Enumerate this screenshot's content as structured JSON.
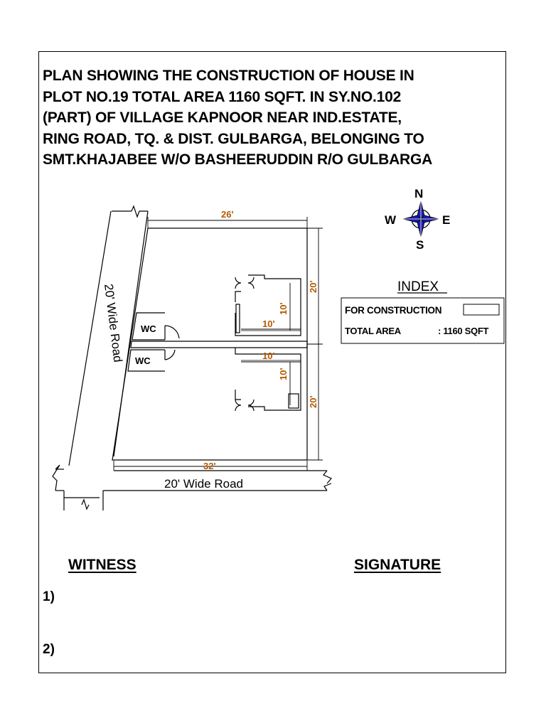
{
  "title": {
    "lines": [
      "PLAN SHOWING THE CONSTRUCTION OF HOUSE IN",
      "PLOT NO.19 TOTAL AREA 1160 SQFT. IN SY.NO.102",
      "(PART) OF VILLAGE KAPNOOR NEAR IND.ESTATE,",
      "RING ROAD, TQ. & DIST. GULBARGA, BELONGING TO",
      "SMT.KHAJABEE W/O BASHEERUDDIN R/O GULBARGA"
    ]
  },
  "compass": {
    "n": "N",
    "s": "S",
    "e": "E",
    "w": "W",
    "icon": "compass-rose-icon"
  },
  "index": {
    "heading": "INDEX",
    "for_construction": "FOR CONSTRUCTION",
    "total_area_label": "TOTAL AREA",
    "total_area_value": ": 1160 SQFT"
  },
  "plan": {
    "dim_top": "26'",
    "dim_bottom": "32'",
    "dim_right_upper": "20'",
    "dim_right_lower": "20'",
    "room_upper_v": "10'",
    "room_upper_h": "10'",
    "room_lower_h": "10'",
    "room_lower_v": "10'",
    "wc_upper": "WC",
    "wc_lower": "WC",
    "road_left": "20' Wide Road",
    "road_bottom": "20' Wide Road"
  },
  "signatures": {
    "witness": "WITNESS",
    "signature": "SIGNATURE",
    "item1": "1)",
    "item2": "2)"
  },
  "colors": {
    "dimension": "#b35a00",
    "compass_fill": "#1a1aa8",
    "ink": "#000000"
  }
}
